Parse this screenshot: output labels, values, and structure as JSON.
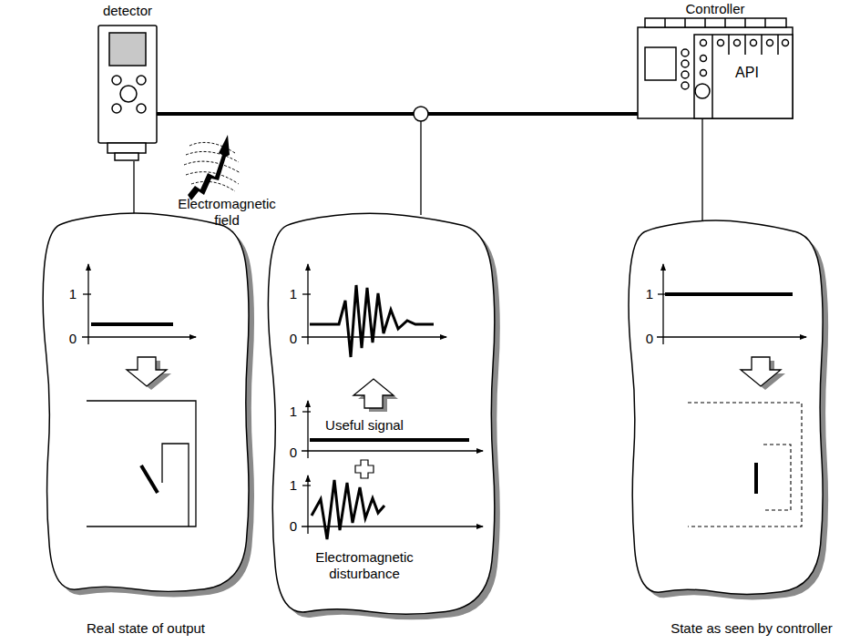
{
  "diagram": {
    "nodes": [
      {
        "text": [
          "detector"
        ]
      },
      {
        "text": [
          "Controller"
        ]
      },
      {
        "text": [
          "API"
        ],
        "in": 1
      },
      {
        "text": [
          "1",
          "0",
          "Real state of output"
        ]
      },
      {
        "text": [
          "1",
          "0",
          "1",
          "Useful signal",
          "0",
          "1",
          "0",
          "Electromagnetic disturbance"
        ]
      },
      {
        "text": [
          "1",
          "0",
          "State as seen by controller"
        ]
      }
    ],
    "edges": [
      {
        "from": 0,
        "to": 1,
        "arrow": "none"
      },
      {
        "from": 0,
        "to": 3,
        "arrow": "none"
      },
      {
        "from": 1,
        "to": 5,
        "arrow": "none"
      }
    ],
    "labels": [
      "Electromagnetic field"
    ]
  }
}
